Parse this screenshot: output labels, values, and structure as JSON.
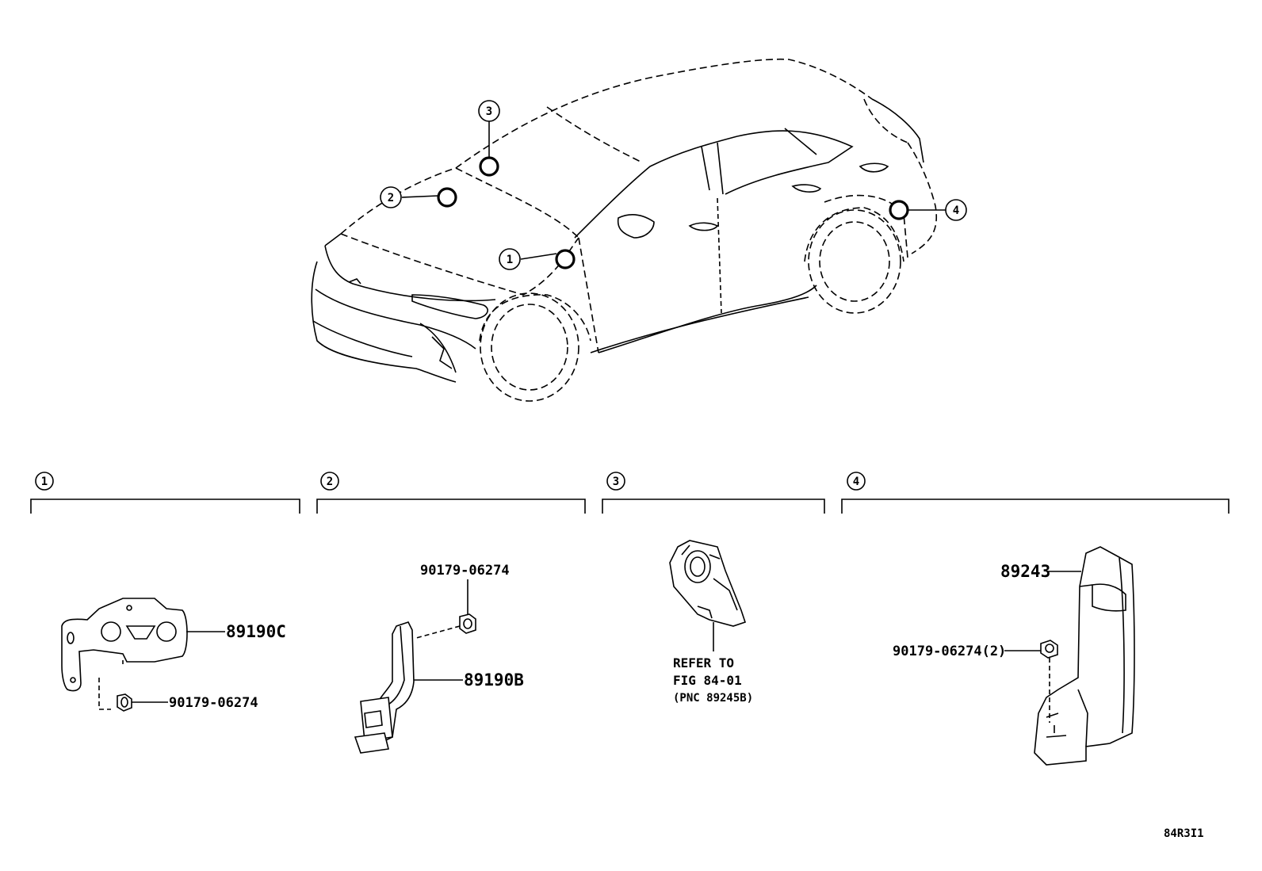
{
  "diagram": {
    "sections": [
      {
        "number": "1"
      },
      {
        "number": "2"
      },
      {
        "number": "3"
      },
      {
        "number": "4"
      }
    ],
    "car_callouts": [
      "1",
      "2",
      "3",
      "4"
    ],
    "parts": {
      "sec1_bracket": "89190C",
      "sec1_nut": "90179-06274",
      "sec2_nut": "90179-06274",
      "sec2_bracket": "89190B",
      "sec3_ref_line1": "REFER TO",
      "sec3_ref_line2": "FIG 84-01",
      "sec3_ref_line3": "(PNC 89245B)",
      "sec4_cover": "89243",
      "sec4_nut": "90179-06274(2)"
    },
    "figure_code": "84R3I1"
  }
}
